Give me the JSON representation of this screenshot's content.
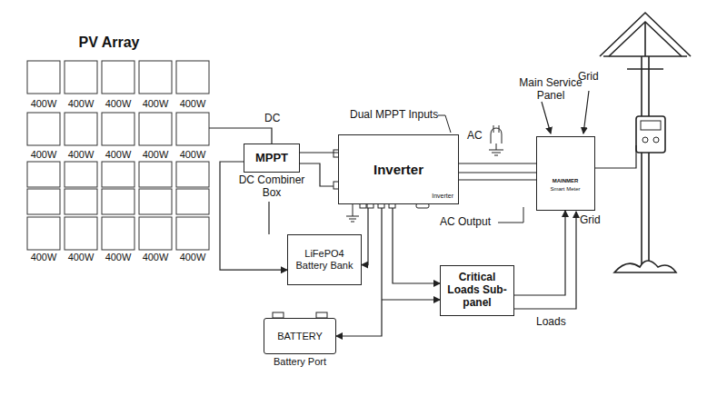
{
  "diagram": {
    "nodes": [
      {
        "text": [
          "MPPT",
          "DC Combiner Box"
        ]
      },
      {
        "text": [
          "Inverter",
          "Inverter"
        ]
      },
      {
        "text": [
          "LiFePO4 Battery Bank"
        ]
      },
      {
        "text": [
          "Critical Loads Sub-panel"
        ]
      },
      {
        "text": [
          "Main Service Panel"
        ]
      },
      {
        "text": [
          "BATTERY",
          "Battery Port"
        ]
      }
    ],
    "edges": [
      {
        "from": 0,
        "to": 1,
        "arrow": "none"
      },
      {
        "from": 0,
        "to": 2,
        "arrow": "to"
      },
      {
        "from": 1,
        "to": 2,
        "arrow": "to"
      },
      {
        "from": 1,
        "to": 3,
        "arrow": "to"
      },
      {
        "from": 1,
        "to": 5,
        "arrow": "to"
      },
      {
        "from": 3,
        "to": 4,
        "arrow": "to"
      },
      {
        "from": 1,
        "to": 4,
        "arrow": "none"
      }
    ],
    "labels": [
      "PV Array",
      "400W",
      "400W",
      "400W",
      "400W",
      "400W",
      "400W",
      "400W",
      "400W",
      "400W",
      "400W",
      "400W",
      "400W",
      "400W",
      "400W",
      "400W",
      "DC",
      "Dual MPPT Inputs",
      "AC",
      "AC Output",
      "Grid",
      "Grid",
      "Loads",
      "MAINMER",
      "Smart Meter"
    ]
  }
}
